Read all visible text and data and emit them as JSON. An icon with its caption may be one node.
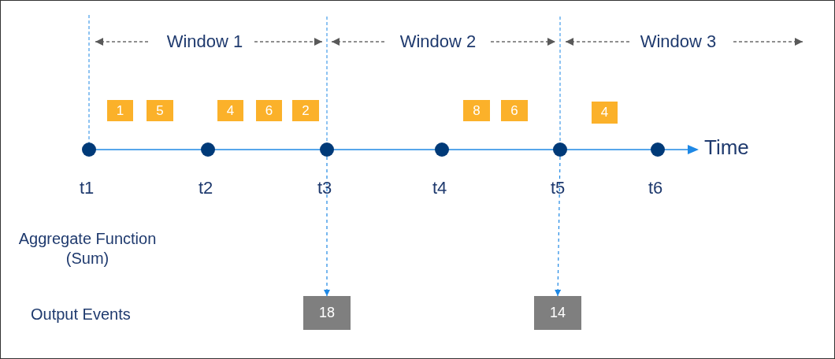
{
  "diagram": {
    "nodes": [
      {
        "text": [
          "1"
        ]
      },
      {
        "text": [
          "5"
        ]
      },
      {
        "text": [
          "4"
        ]
      },
      {
        "text": [
          "6"
        ]
      },
      {
        "text": [
          "2"
        ]
      },
      {
        "text": [
          "8"
        ]
      },
      {
        "text": [
          "6"
        ]
      },
      {
        "text": [
          "4"
        ]
      },
      {
        "text": [],
        "shape": "circle",
        "beside": [
          "t1"
        ]
      },
      {
        "text": [],
        "shape": "circle",
        "beside": [
          "t2"
        ]
      },
      {
        "text": [],
        "shape": "circle",
        "beside": [
          "t3"
        ]
      },
      {
        "text": [],
        "shape": "circle",
        "beside": [
          "t4"
        ]
      },
      {
        "text": [],
        "shape": "circle",
        "beside": [
          "t5"
        ]
      },
      {
        "text": [],
        "shape": "circle",
        "beside": [
          "t6"
        ]
      },
      {
        "text": [
          "18"
        ]
      },
      {
        "text": [
          "14"
        ]
      }
    ],
    "edges": [
      {
        "from": 10,
        "to": 14,
        "arrow": "to",
        "style": "dashed"
      },
      {
        "from": 12,
        "to": 15,
        "arrow": "to",
        "style": "dashed"
      }
    ],
    "labels": [
      "Window 1",
      "Window 2",
      "Window 3",
      "Time",
      "Aggregate Function (Sum)",
      "Output Events"
    ]
  }
}
